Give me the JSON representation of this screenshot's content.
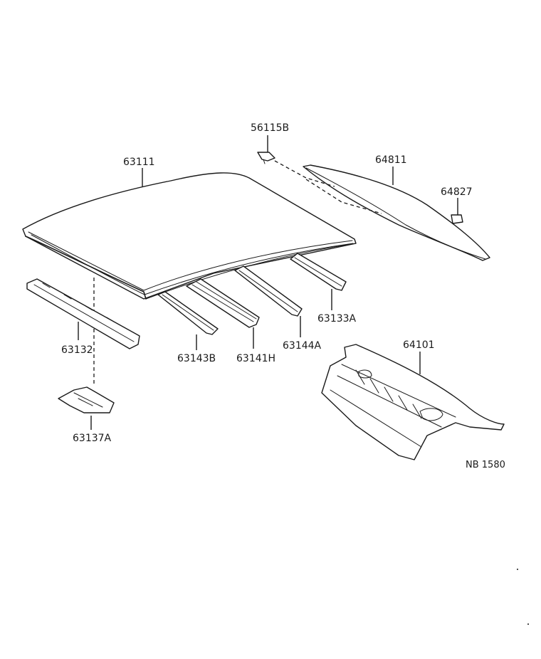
{
  "diagram": {
    "reference_code": "NB 1580",
    "parts": [
      {
        "id": "roof_panel",
        "label": "63111"
      },
      {
        "id": "clip",
        "label": "56115B"
      },
      {
        "id": "back_window_glass",
        "label": "64811"
      },
      {
        "id": "glass_spacer",
        "label": "64827"
      },
      {
        "id": "front_header_panel",
        "label": "63132"
      },
      {
        "id": "header_bracket",
        "label": "63137A"
      },
      {
        "id": "roof_bow_front",
        "label": "63143B"
      },
      {
        "id": "roof_bow_center",
        "label": "63141H"
      },
      {
        "id": "roof_bow_rear",
        "label": "63144A"
      },
      {
        "id": "rear_header_panel",
        "label": "63133A"
      },
      {
        "id": "package_tray_panel",
        "label": "64101"
      }
    ]
  }
}
